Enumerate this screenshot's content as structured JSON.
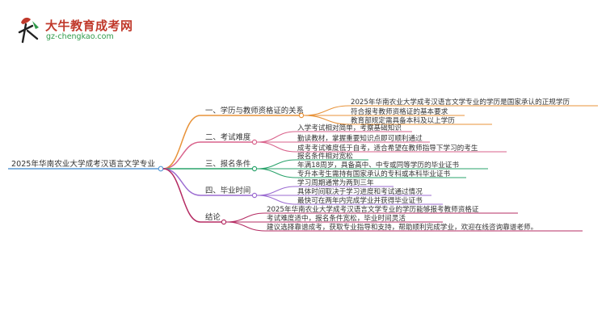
{
  "watermark": {
    "site_name": "大牛教育成考网",
    "site_url": "gz-chengkao.com"
  },
  "mindmap": {
    "root": "2025年华南农业大学成考汉语言文学专业",
    "branches": [
      {
        "label": "一、学历与教师资格证的关系",
        "color": "#e8933a",
        "children": [
          "2025年华南农业大学成考汉语言文学专业的学历是国家承认的正规学历",
          "符合报考教师资格证的基本要求",
          "教育部规定需具备本科及以上学历"
        ]
      },
      {
        "label": "二、考试难度",
        "color": "#d9628b",
        "children": [
          "入学考试相对简单，考察基础知识",
          "勤读教材，掌握重要知识点即可顺利通过",
          "成考考试难度低于自考，适合希望在教师指导下学习的考生"
        ]
      },
      {
        "label": "三、报名条件",
        "color": "#2aa36b",
        "children": [
          "报名条件相对宽松",
          "年满18周岁，具备高中、中专或同等学历的毕业证书",
          "专升本考生需持有国家承认的专科或本科毕业证书"
        ]
      },
      {
        "label": "四、毕业时间",
        "color": "#9b6bd1",
        "children": [
          "学习周期通常为两到三年",
          "具体时间取决于学习进度和考试通过情况",
          "最快可在两年内完成学业并获得毕业证书"
        ]
      },
      {
        "label": "结论",
        "color": "#b52c63",
        "children": [
          "2025年华南农业大学成考汉语言文学专业的学历能够报考教师资格证",
          "考试难度适中，报名条件宽松，毕业时间灵活",
          "建议选择靠谱成考，获取专业指导和支持，帮助顺利完成学业，欢迎在线咨询靠谱老师。"
        ]
      }
    ]
  }
}
